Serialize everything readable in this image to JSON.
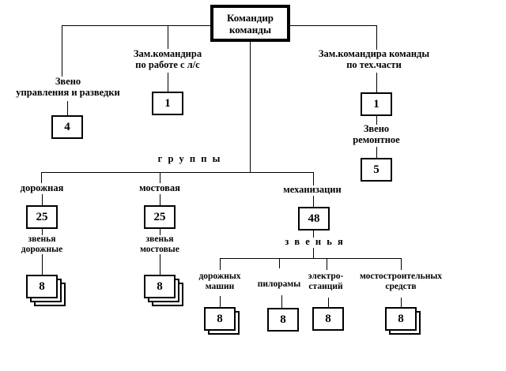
{
  "colors": {
    "line": "#000000",
    "background": "#ffffff",
    "text": "#000000"
  },
  "org_chart": {
    "commander": {
      "line1": "Командир",
      "line2": "команды"
    },
    "deputy_personnel": {
      "line1": "Зам.командира",
      "line2": "по работе с л/с",
      "count": "1"
    },
    "recon_unit": {
      "line1": "Звено",
      "line2": "управления и разведки",
      "count": "4"
    },
    "deputy_tech": {
      "line1": "Зам.командира команды",
      "line2": "по тех.части",
      "count": "1"
    },
    "repair_unit": {
      "line1": "Звено",
      "line2": "ремонтное",
      "count": "5"
    },
    "groups_label": "г р у п п ы",
    "groups": [
      {
        "label": "дорожная",
        "count": "25",
        "units_line1": "звенья",
        "units_line2": "дорожные",
        "units_count": "8"
      },
      {
        "label": "мостовая",
        "count": "25",
        "units_line1": "звенья",
        "units_line2": "мостовые",
        "units_count": "8"
      },
      {
        "label": "механизации",
        "count": "48"
      }
    ],
    "mech_units_label": "з в е н ь я",
    "mech_units": [
      {
        "line1": "дорожных",
        "line2": "машин",
        "count": "8"
      },
      {
        "line1": "пилорамы",
        "line2": "",
        "count": "8"
      },
      {
        "line1": "электро-",
        "line2": "станций",
        "count": "8"
      },
      {
        "line1": "мостостроительных",
        "line2": "средств",
        "count": "8"
      }
    ]
  }
}
